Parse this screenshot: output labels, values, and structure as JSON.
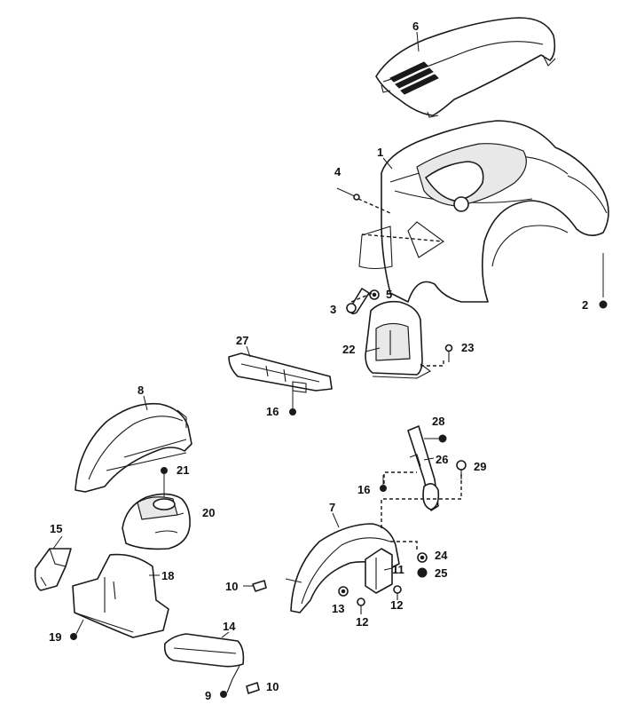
{
  "colors": {
    "line": "#1a1a1a",
    "background": "#ffffff",
    "shade": "#e8e8e8"
  },
  "callouts": [
    {
      "id": "c1",
      "label": "1"
    },
    {
      "id": "c2",
      "label": "2"
    },
    {
      "id": "c3",
      "label": "3"
    },
    {
      "id": "c4",
      "label": "4"
    },
    {
      "id": "c5",
      "label": "5"
    },
    {
      "id": "c6",
      "label": "6"
    },
    {
      "id": "c7",
      "label": "7"
    },
    {
      "id": "c8",
      "label": "8"
    },
    {
      "id": "c9",
      "label": "9"
    },
    {
      "id": "c10a",
      "label": "10"
    },
    {
      "id": "c10b",
      "label": "10"
    },
    {
      "id": "c11",
      "label": "11"
    },
    {
      "id": "c12a",
      "label": "12"
    },
    {
      "id": "c12b",
      "label": "12"
    },
    {
      "id": "c13",
      "label": "13"
    },
    {
      "id": "c14",
      "label": "14"
    },
    {
      "id": "c15",
      "label": "15"
    },
    {
      "id": "c16a",
      "label": "16"
    },
    {
      "id": "c16b",
      "label": "16"
    },
    {
      "id": "c18",
      "label": "18"
    },
    {
      "id": "c19",
      "label": "19"
    },
    {
      "id": "c20",
      "label": "20"
    },
    {
      "id": "c21",
      "label": "21"
    },
    {
      "id": "c22",
      "label": "22"
    },
    {
      "id": "c23",
      "label": "23"
    },
    {
      "id": "c24",
      "label": "24"
    },
    {
      "id": "c25",
      "label": "25"
    },
    {
      "id": "c26",
      "label": "26"
    },
    {
      "id": "c27",
      "label": "27"
    },
    {
      "id": "c28",
      "label": "28"
    },
    {
      "id": "c29",
      "label": "29"
    }
  ]
}
